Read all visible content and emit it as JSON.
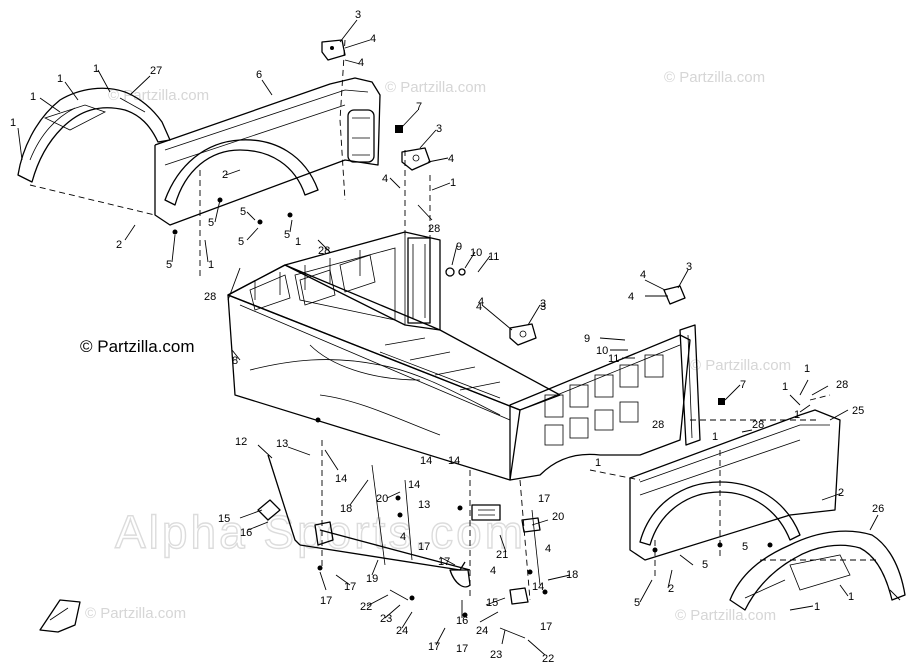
{
  "copyright": "© Partzilla.com",
  "watermarks": [
    "© Partzilla.com",
    "© Partzilla.com",
    "© Partzilla.com",
    "© Partzilla.com",
    "© Partzilla.com",
    "© Partzilla.com"
  ],
  "center_watermark": "Alpha Sports.com",
  "callouts": [
    "1",
    "1",
    "1",
    "1",
    "27",
    "6",
    "3",
    "4",
    "4",
    "7",
    "3",
    "4",
    "4",
    "1",
    "28",
    "28",
    "2",
    "5",
    "2",
    "5",
    "5",
    "5",
    "1",
    "28",
    "1",
    "5",
    "9",
    "10",
    "11",
    "4",
    "3",
    "28",
    "8",
    "4",
    "3",
    "4",
    "3",
    "4",
    "9",
    "10",
    "11",
    "7",
    "1",
    "28",
    "1",
    "1",
    "28",
    "1",
    "25",
    "12",
    "13",
    "14",
    "14",
    "14",
    "18",
    "20",
    "13",
    "14",
    "17",
    "15",
    "16",
    "4",
    "17",
    "17",
    "19",
    "17",
    "20",
    "21",
    "4",
    "4",
    "17",
    "18",
    "22",
    "23",
    "24",
    "14",
    "16",
    "15",
    "17",
    "17",
    "17",
    "23",
    "24",
    "22",
    "1",
    "5",
    "5",
    "2",
    "5",
    "2",
    "26",
    "1",
    "1"
  ],
  "icons": [
    "direction-arrow-icon"
  ]
}
